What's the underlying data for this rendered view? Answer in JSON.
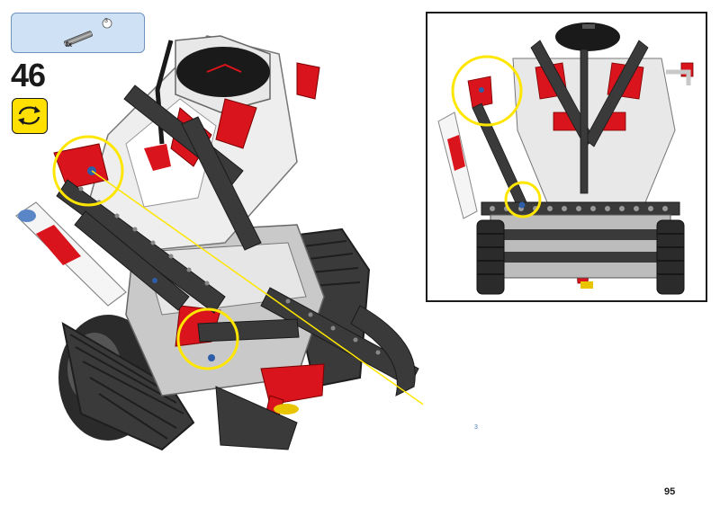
{
  "step": {
    "number": "46",
    "parts_qty": "fx",
    "parts_length": "3",
    "axle_callout_length": "3"
  },
  "page": {
    "number": "95"
  },
  "colors": {
    "parts_box_bg": "#cfe2f5",
    "parts_box_border": "#6f93bd",
    "rotate_icon_bg": "#ffe000",
    "highlight_circle": "#ffe600",
    "lego_red": "#d9141c",
    "lego_dark_gray": "#3a3a3a",
    "lego_light_gray": "#bdbdbd"
  },
  "icons": {
    "rotate": "rotate-model-icon",
    "axle": "axle-part-icon"
  }
}
